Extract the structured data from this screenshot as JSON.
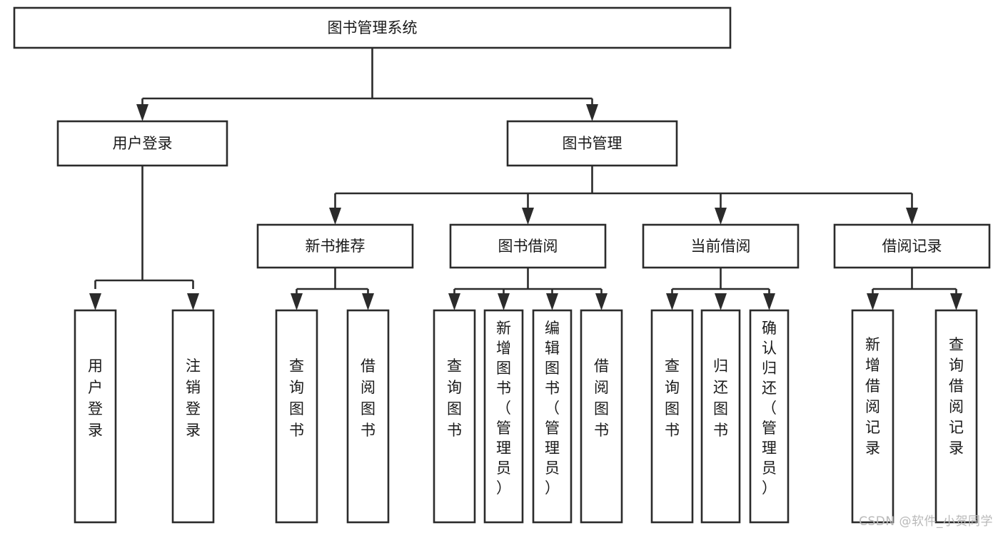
{
  "diagram": {
    "title": "图书管理系统",
    "type": "tree-hierarchy",
    "orientation": "top-down",
    "colors": {
      "box_stroke": "#2b2b2b",
      "box_fill": "#ffffff",
      "connector": "#2b2b2b",
      "text": "#1a1a1a",
      "background": "#ffffff",
      "watermark": "#b9b9b9"
    },
    "levels": {
      "level1": [
        {
          "id": "root",
          "label": "图书管理系统"
        }
      ],
      "level2": [
        {
          "id": "user-login",
          "label": "用户登录",
          "parent": "root"
        },
        {
          "id": "book-manage",
          "label": "图书管理",
          "parent": "root"
        }
      ],
      "level3": [
        {
          "id": "new-book-recommend",
          "label": "新书推荐",
          "parent": "book-manage"
        },
        {
          "id": "book-borrow",
          "label": "图书借阅",
          "parent": "book-manage"
        },
        {
          "id": "current-borrow",
          "label": "当前借阅",
          "parent": "book-manage"
        },
        {
          "id": "borrow-record",
          "label": "借阅记录",
          "parent": "book-manage"
        }
      ],
      "level4": [
        {
          "id": "leaf-user-login",
          "label": "用户登录",
          "parent": "user-login"
        },
        {
          "id": "leaf-logout-login",
          "label": "注销登录",
          "parent": "user-login"
        },
        {
          "id": "leaf-query-book-1",
          "label": "查询图书",
          "parent": "new-book-recommend"
        },
        {
          "id": "leaf-borrow-book-1",
          "label": "借阅图书",
          "parent": "new-book-recommend"
        },
        {
          "id": "leaf-query-book-2",
          "label": "查询图书",
          "parent": "book-borrow"
        },
        {
          "id": "leaf-add-book",
          "label": "新增图书（管理员）",
          "parent": "book-borrow"
        },
        {
          "id": "leaf-edit-book",
          "label": "编辑图书（管理员）",
          "parent": "book-borrow"
        },
        {
          "id": "leaf-borrow-book-2",
          "label": "借阅图书",
          "parent": "book-borrow"
        },
        {
          "id": "leaf-query-book-3",
          "label": "查询图书",
          "parent": "current-borrow"
        },
        {
          "id": "leaf-return-book",
          "label": "归还图书",
          "parent": "current-borrow"
        },
        {
          "id": "leaf-confirm-return",
          "label": "确认归还（管理员）",
          "parent": "current-borrow"
        },
        {
          "id": "leaf-add-record",
          "label": "新增借阅记录",
          "parent": "borrow-record"
        },
        {
          "id": "leaf-query-record",
          "label": "查询借阅记录",
          "parent": "borrow-record"
        }
      ]
    }
  },
  "watermark": {
    "text": "CSDN @软件_小贺同学"
  }
}
